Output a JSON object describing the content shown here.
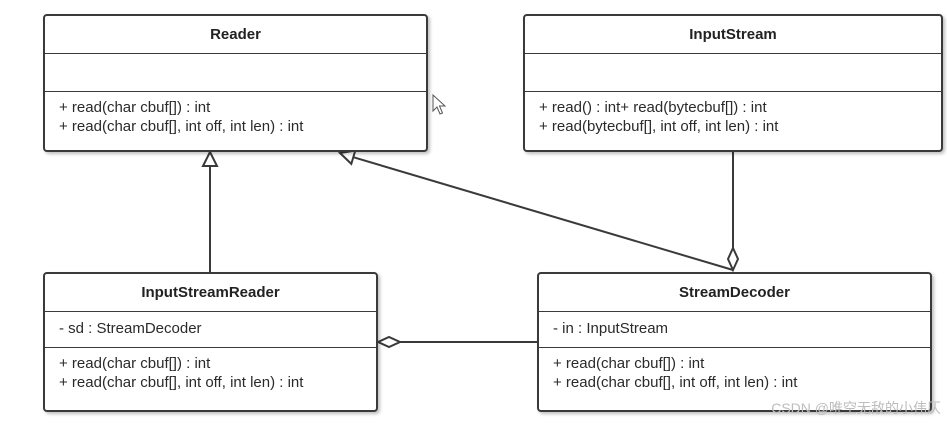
{
  "classes": {
    "reader": {
      "name": "Reader",
      "attributes": [],
      "operations": [
        "+ read(char cbuf[]) : int",
        "+ read(char cbuf[], int off, int len) : int"
      ]
    },
    "input_stream": {
      "name": "InputStream",
      "attributes": [],
      "operations": [
        "+ read() : int+ read(bytecbuf[]) : int",
        "+ read(bytecbuf[], int off, int len) : int"
      ]
    },
    "input_stream_reader": {
      "name": "InputStreamReader",
      "attributes": [
        "- sd : StreamDecoder"
      ],
      "operations": [
        "+ read(char cbuf[]) : int",
        "+ read(char cbuf[], int off, int len) : int"
      ]
    },
    "stream_decoder": {
      "name": "StreamDecoder",
      "attributes": [
        "- in : InputStream"
      ],
      "operations": [
        "+ read(char cbuf[]) : int",
        "+ read(char cbuf[], int off, int len) : int"
      ]
    }
  },
  "relationships": [
    {
      "type": "generalization",
      "from": "InputStreamReader",
      "to": "Reader"
    },
    {
      "type": "generalization",
      "from": "StreamDecoder",
      "to": "Reader"
    },
    {
      "type": "aggregation",
      "whole": "InputStreamReader",
      "part": "StreamDecoder"
    },
    {
      "type": "aggregation",
      "whole": "StreamDecoder",
      "part": "InputStream"
    }
  ],
  "watermark": "CSDN @唯空无敌的小伟仄",
  "colors": {
    "stroke": "#3a3a3a",
    "text": "#2a2a2a",
    "background": "#ffffff"
  }
}
